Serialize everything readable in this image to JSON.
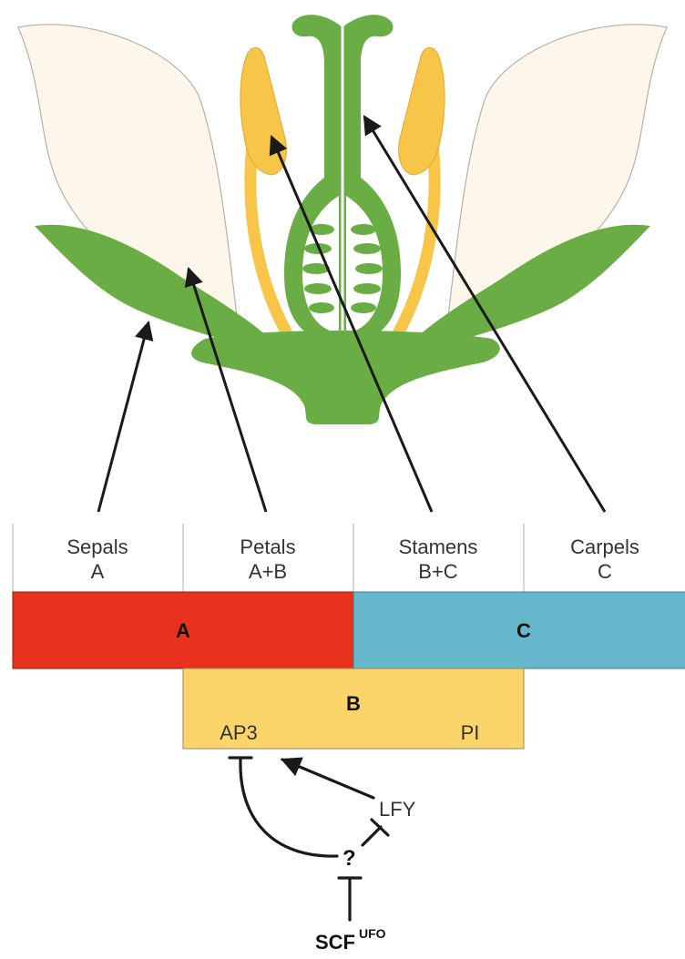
{
  "organs": [
    {
      "name": "Sepals",
      "code": "A"
    },
    {
      "name": "Petals",
      "code": "A+B"
    },
    {
      "name": "Stamens",
      "code": "B+C"
    },
    {
      "name": "Carpels",
      "code": "C"
    }
  ],
  "bands": {
    "a": {
      "label": "A",
      "color": "#e8321e"
    },
    "c": {
      "label": "C",
      "color": "#66b7cc"
    },
    "b": {
      "label": "B",
      "color": "#fbd46a",
      "gene_left": "AP3",
      "gene_right": "PI"
    }
  },
  "regulation": {
    "activator": "LFY",
    "unknown": "?",
    "scf": "SCF",
    "scf_superscript": "UFO"
  },
  "colors": {
    "green": "#6aad45",
    "green_dark": "#4f8f33",
    "yellow": "#f7c548",
    "petal": "#fdf6ea",
    "arrow": "#1a1a1a"
  }
}
